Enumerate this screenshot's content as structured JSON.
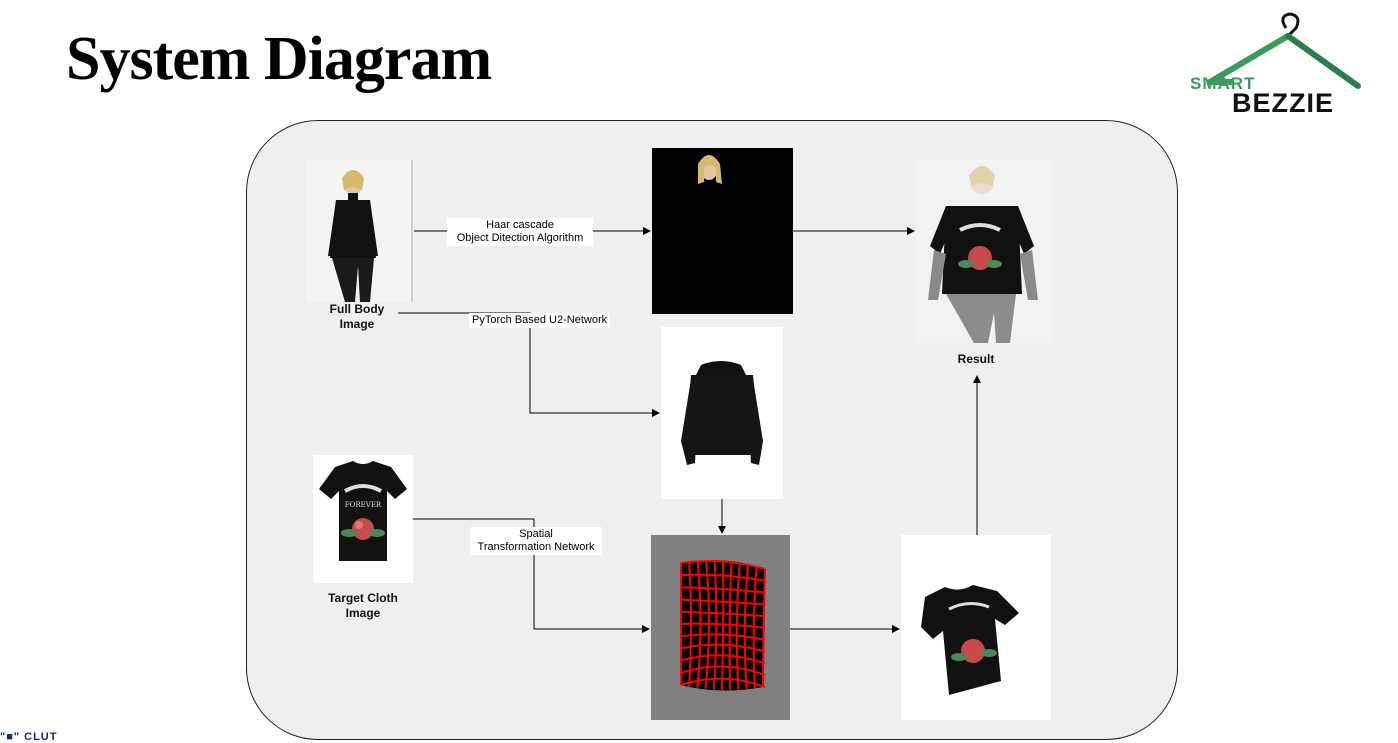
{
  "title": "System Diagram",
  "logo": {
    "word1": "SMART",
    "word2": "BEZZIE",
    "accent": "#3a9a62"
  },
  "nodes": {
    "full_body": "Full Body\nImage",
    "target_cloth": "Target Cloth\nImage",
    "result": "Result"
  },
  "edges": {
    "haar": "Haar cascade\nObject Ditection Algorithm",
    "u2net": "PyTorch Based U2-Network",
    "stn": "Spatial\nTransformation Network"
  },
  "colors": {
    "panel": "#efefef",
    "warp_grid": "#ff0000",
    "warp_bg": "#808080"
  },
  "footer": "\"■\" CLUT"
}
